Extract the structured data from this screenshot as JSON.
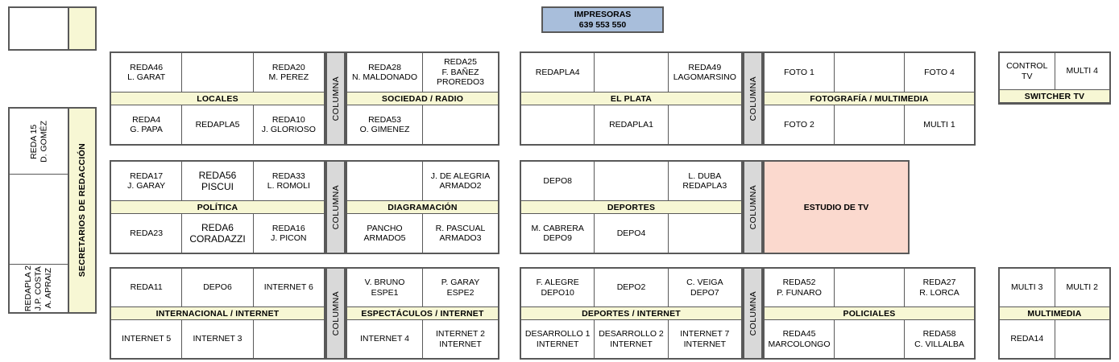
{
  "impresoras": {
    "title": "IMPRESORAS",
    "numbers": "639   553   550",
    "color": "#a8bedb"
  },
  "left_column": {
    "empty_box": {
      "label": ""
    },
    "secretarios": {
      "band_label": "SECRETARIOS DE REDACCIÓN",
      "cells": [
        "REDA 15\nD. GOMÉZ",
        "",
        "REDAPLA 2\nJ.P. COSTA\nA. APRAIZ"
      ]
    }
  },
  "columna_label": "COLUMNA",
  "blocks": [
    {
      "name": "locales",
      "band": "LOCALES",
      "top": [
        "REDA46\nL. GARAT",
        "",
        "REDA20\nM. PEREZ"
      ],
      "bottom": [
        "REDA4\nG. PAPA",
        "REDAPLA5",
        "REDA10\nJ. GLORIOSO"
      ]
    },
    {
      "name": "sociedad-radio",
      "band": "SOCIEDAD / RADIO",
      "top": [
        "REDA28\nN. MALDONADO",
        "REDA25\nF. BAÑEZ\nPROREDO3"
      ],
      "bottom": [
        "REDA53\nO. GIMENEZ",
        ""
      ]
    },
    {
      "name": "el-plata",
      "band": "EL PLATA",
      "top": [
        "REDAPLA4",
        "",
        "REDA49\nLAGOMARSINO"
      ],
      "bottom": [
        "",
        "REDAPLA1",
        ""
      ]
    },
    {
      "name": "fotografia-multimedia",
      "band": "FOTOGRAFÍA / MULTIMEDIA",
      "top": [
        "FOTO 1",
        "",
        "FOTO 4"
      ],
      "bottom": [
        "FOTO 2",
        "",
        "MULTI 1"
      ]
    },
    {
      "name": "switcher-tv",
      "band": "SWITCHER TV",
      "top": [
        "CONTROL TV",
        "MULTI 4"
      ],
      "bottom": []
    },
    {
      "name": "politica",
      "band": "POLÍTICA",
      "top": [
        "REDA17\nJ. GARAY",
        "REDA56\nPISCUI",
        "REDA33\nL. ROMOLI"
      ],
      "bottom": [
        "REDA23",
        "REDA6\nCORADAZZI",
        "REDA16\nJ. PICON"
      ]
    },
    {
      "name": "diagramacion",
      "band": "DIAGRAMACIÓN",
      "top": [
        "",
        "J. DE ALEGRIA\nARMADO2"
      ],
      "bottom": [
        "PANCHO\nARMADO5",
        "R. PASCUAL\nARMADO3"
      ]
    },
    {
      "name": "deportes",
      "band": "DEPORTES",
      "top": [
        "DEPO8",
        "",
        "L. DUBA\nREDAPLA3"
      ],
      "bottom": [
        "M. CABRERA\nDEPO9",
        "DEPO4",
        ""
      ]
    },
    {
      "name": "internacional-internet",
      "band": "INTERNACIONAL / INTERNET",
      "top": [
        "REDA11",
        "DEPO6",
        "INTERNET 6"
      ],
      "bottom": [
        "INTERNET 5",
        "INTERNET 3",
        ""
      ]
    },
    {
      "name": "espectaculos-internet",
      "band": "ESPECTÁCULOS / INTERNET",
      "top": [
        "V. BRUNO\nESPE1",
        "P. GARAY\nESPE2"
      ],
      "bottom": [
        "INTERNET 4",
        "INTERNET 2\nINTERNET"
      ]
    },
    {
      "name": "deportes-internet",
      "band": "DEPORTES / INTERNET",
      "top": [
        "F. ALEGRE\nDEPO10",
        "DEPO2",
        "C. VEIGA\nDEPO7"
      ],
      "bottom": [
        "DESARROLLO 1\nINTERNET",
        "DESARROLLO 2\nINTERNET",
        "INTERNET 7\nINTERNET"
      ]
    },
    {
      "name": "policiales",
      "band": "POLICIALES",
      "top": [
        "REDA52\nP. FUNARO",
        "",
        "REDA27\nR. LORCA"
      ],
      "bottom": [
        "REDA45\nMARCOLONGO",
        "",
        "REDA58\nC. VILLALBA"
      ]
    },
    {
      "name": "multimedia",
      "band": "MULTIMEDIA",
      "top": [
        "MULTI 3",
        "MULTI 2"
      ],
      "bottom": [
        "REDA14",
        ""
      ]
    }
  ],
  "estudio_tv": {
    "label": "ESTUDIO DE TV",
    "color": "#fbd9ce"
  },
  "colors": {
    "band_yellow": "#f7f7d4",
    "columna_gray": "#d9d9d9",
    "border": "#595959"
  }
}
